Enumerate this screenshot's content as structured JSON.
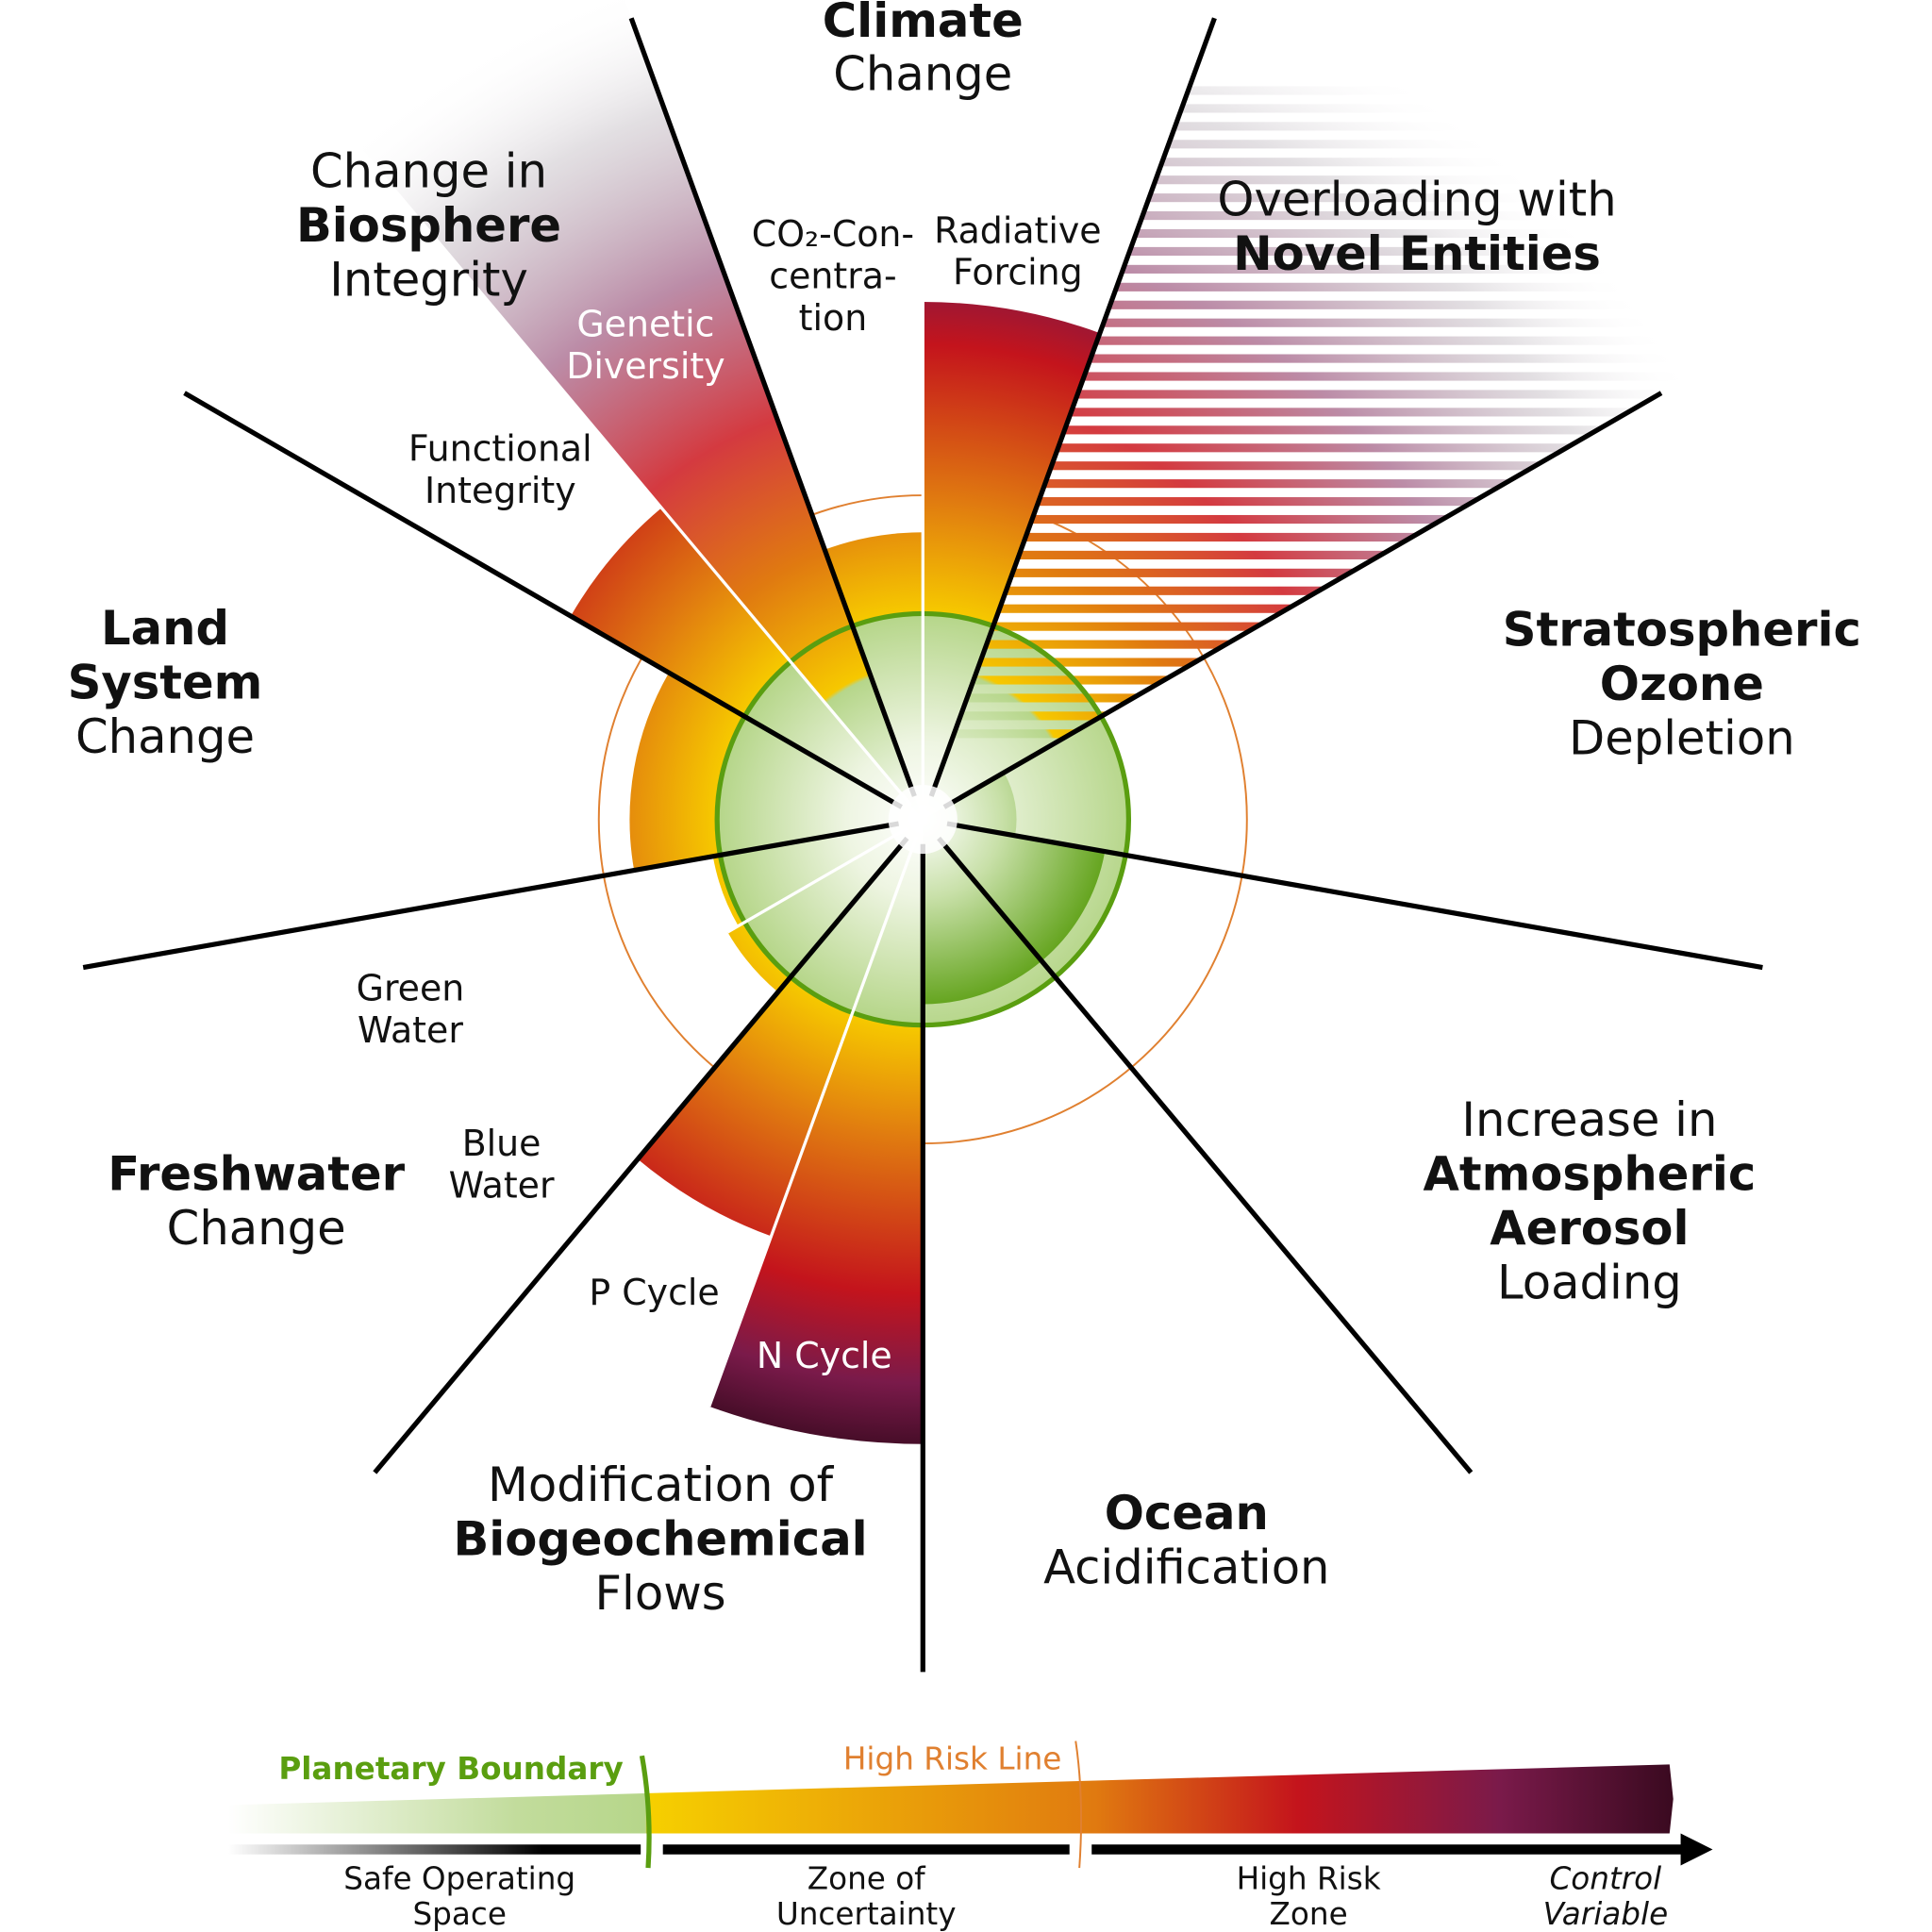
{
  "boundaries": {
    "climate": {
      "line1": "Climate",
      "line2": "Change"
    },
    "novel": {
      "line1": "Overloading with",
      "line2": "Novel Entities"
    },
    "ozone": {
      "line1": "Stratospheric",
      "line2": "Ozone",
      "line3": "Depletion"
    },
    "aerosol": {
      "line1": "Increase in",
      "line2": "Atmospheric",
      "line3": "Aerosol",
      "line4": "Loading"
    },
    "ocean": {
      "line1": "Ocean",
      "line2": "Acidification"
    },
    "biogeo": {
      "line1": "Modification of",
      "line2": "Biogeochemical",
      "line3": "Flows"
    },
    "freshwater": {
      "line1": "Freshwater",
      "line2": "Change"
    },
    "land": {
      "line1": "Land",
      "line2": "System",
      "line3": "Change"
    },
    "biosphere": {
      "line1": "Change in",
      "line2": "Biosphere",
      "line3": "Integrity"
    }
  },
  "sub_indicators": {
    "co2": {
      "line1": "CO₂-Con-",
      "line2": "centra-",
      "line3": "tion"
    },
    "radiative": {
      "line1": "Radiative",
      "line2": "Forcing"
    },
    "genetic": {
      "line1": "Genetic",
      "line2": "Diversity"
    },
    "functional": {
      "line1": "Functional",
      "line2": "Integrity"
    },
    "green_water": {
      "line1": "Green",
      "line2": "Water"
    },
    "blue_water": {
      "line1": "Blue",
      "line2": "Water"
    },
    "p_cycle": {
      "line1": "P Cycle"
    },
    "n_cycle": {
      "line1": "N Cycle"
    }
  },
  "legend": {
    "planetary_boundary": "Planetary Boundary",
    "high_risk_line": "High Risk Line",
    "safe": {
      "line1": "Safe Operating",
      "line2": "Space"
    },
    "uncertainty": {
      "line1": "Zone of",
      "line2": "Uncertainty"
    },
    "high_risk": {
      "line1": "High Risk",
      "line2": "Zone"
    },
    "control": {
      "line1": "Control",
      "line2": "Variable"
    }
  },
  "colors": {
    "safe_green": "#b6d68a",
    "boundary_green": "#5a9e10",
    "yellow": "#f6c800",
    "orange": "#e07a10",
    "red": "#c4141c",
    "purple": "#7a1a4a",
    "dark": "#3a0a20",
    "high_risk_line": "#e08030"
  }
}
